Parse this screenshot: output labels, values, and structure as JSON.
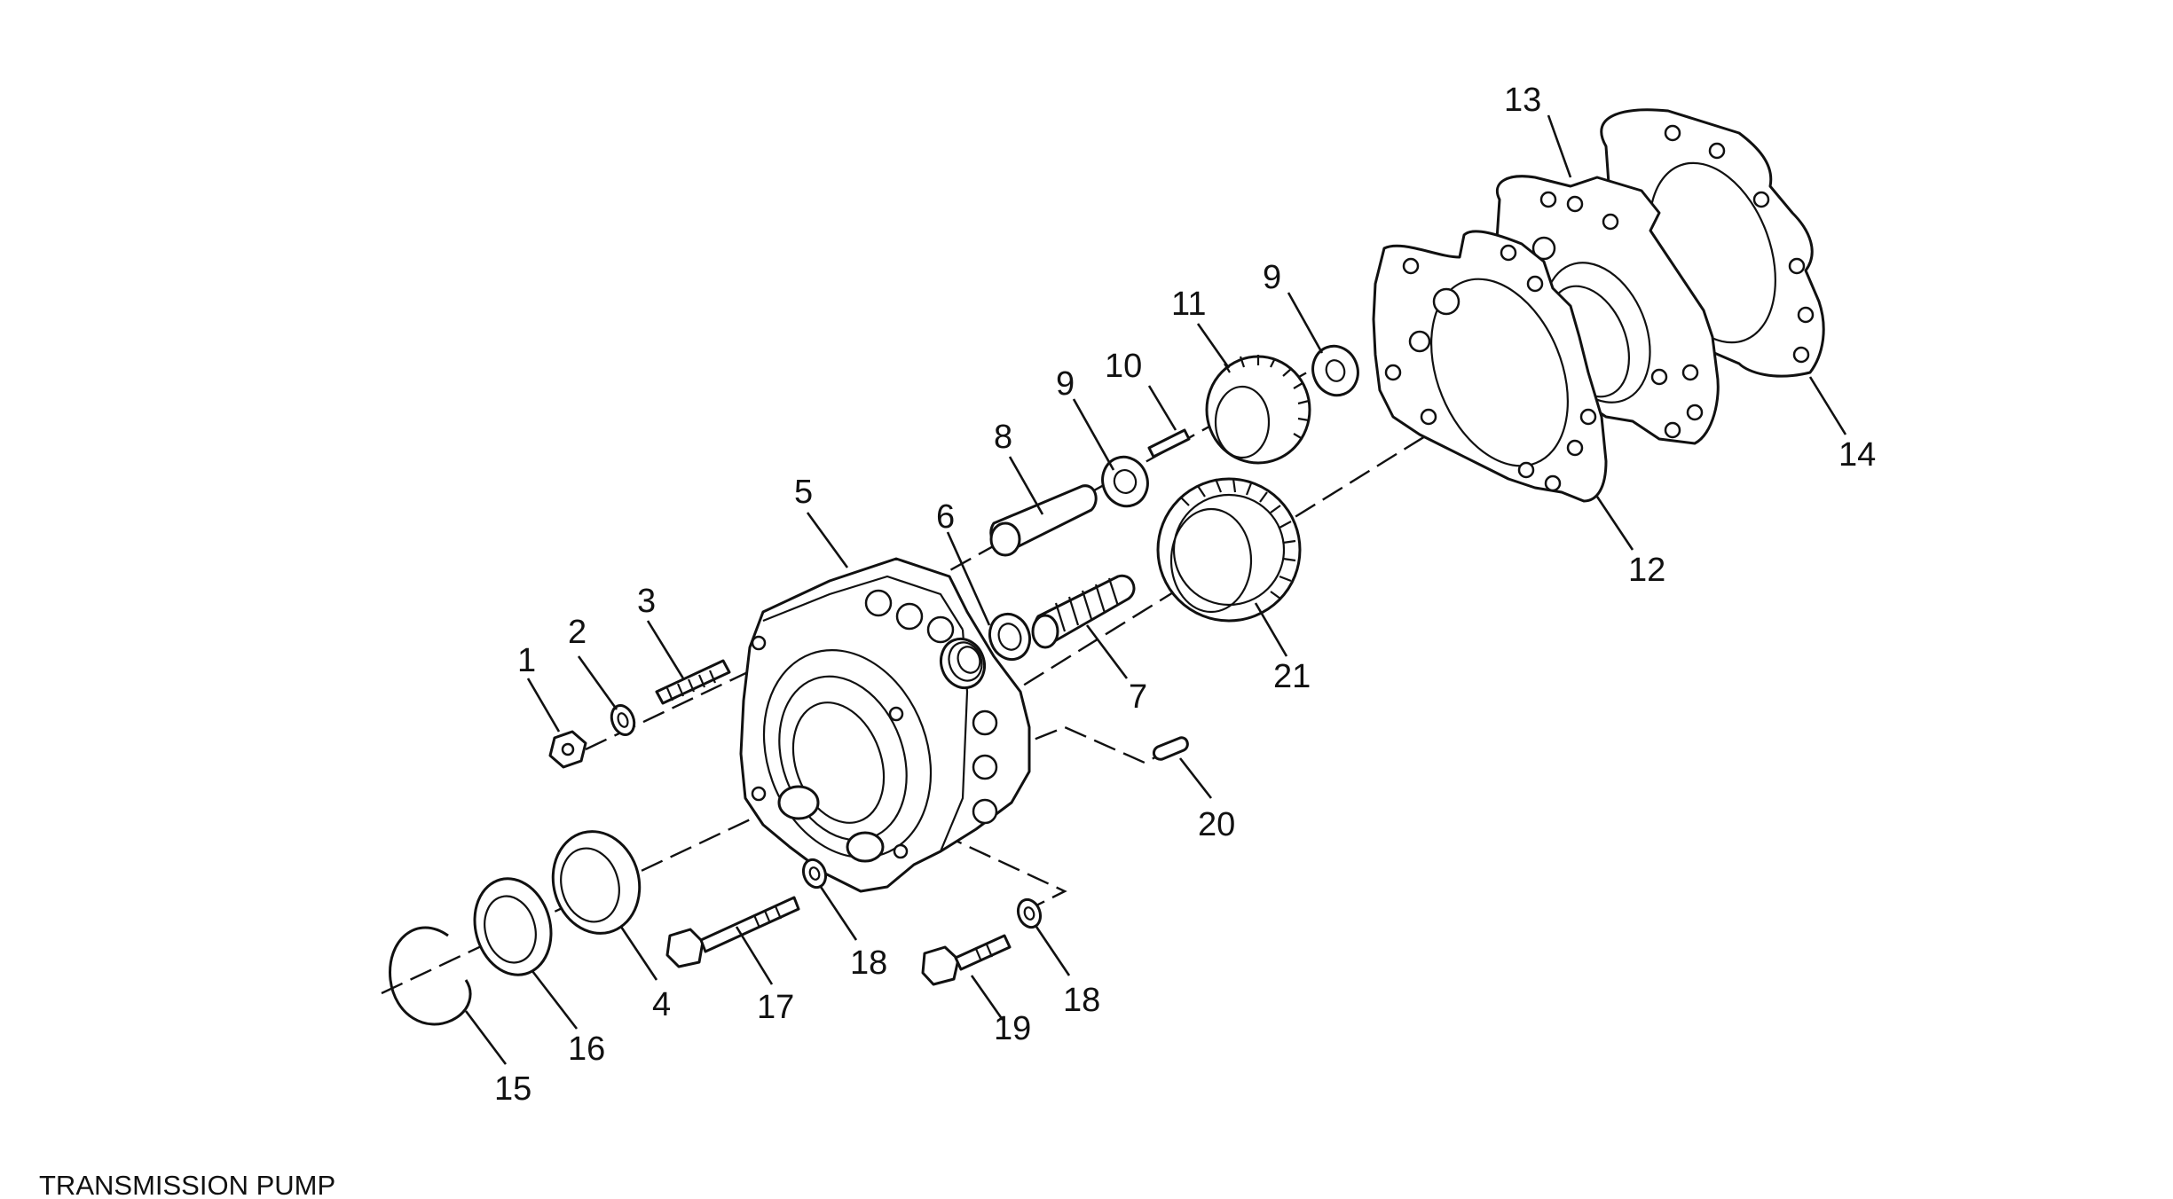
{
  "title": "TRANSMISSION PUMP",
  "callouts": {
    "c1": "1",
    "c2": "2",
    "c3": "3",
    "c4": "4",
    "c5": "5",
    "c6": "6",
    "c7": "7",
    "c8": "8",
    "c9a": "9",
    "c9b": "9",
    "c10": "10",
    "c11": "11",
    "c12": "12",
    "c13": "13",
    "c14": "14",
    "c15": "15",
    "c16": "16",
    "c17": "17",
    "c18a": "18",
    "c18b": "18",
    "c19": "19",
    "c20": "20",
    "c21": "21"
  }
}
